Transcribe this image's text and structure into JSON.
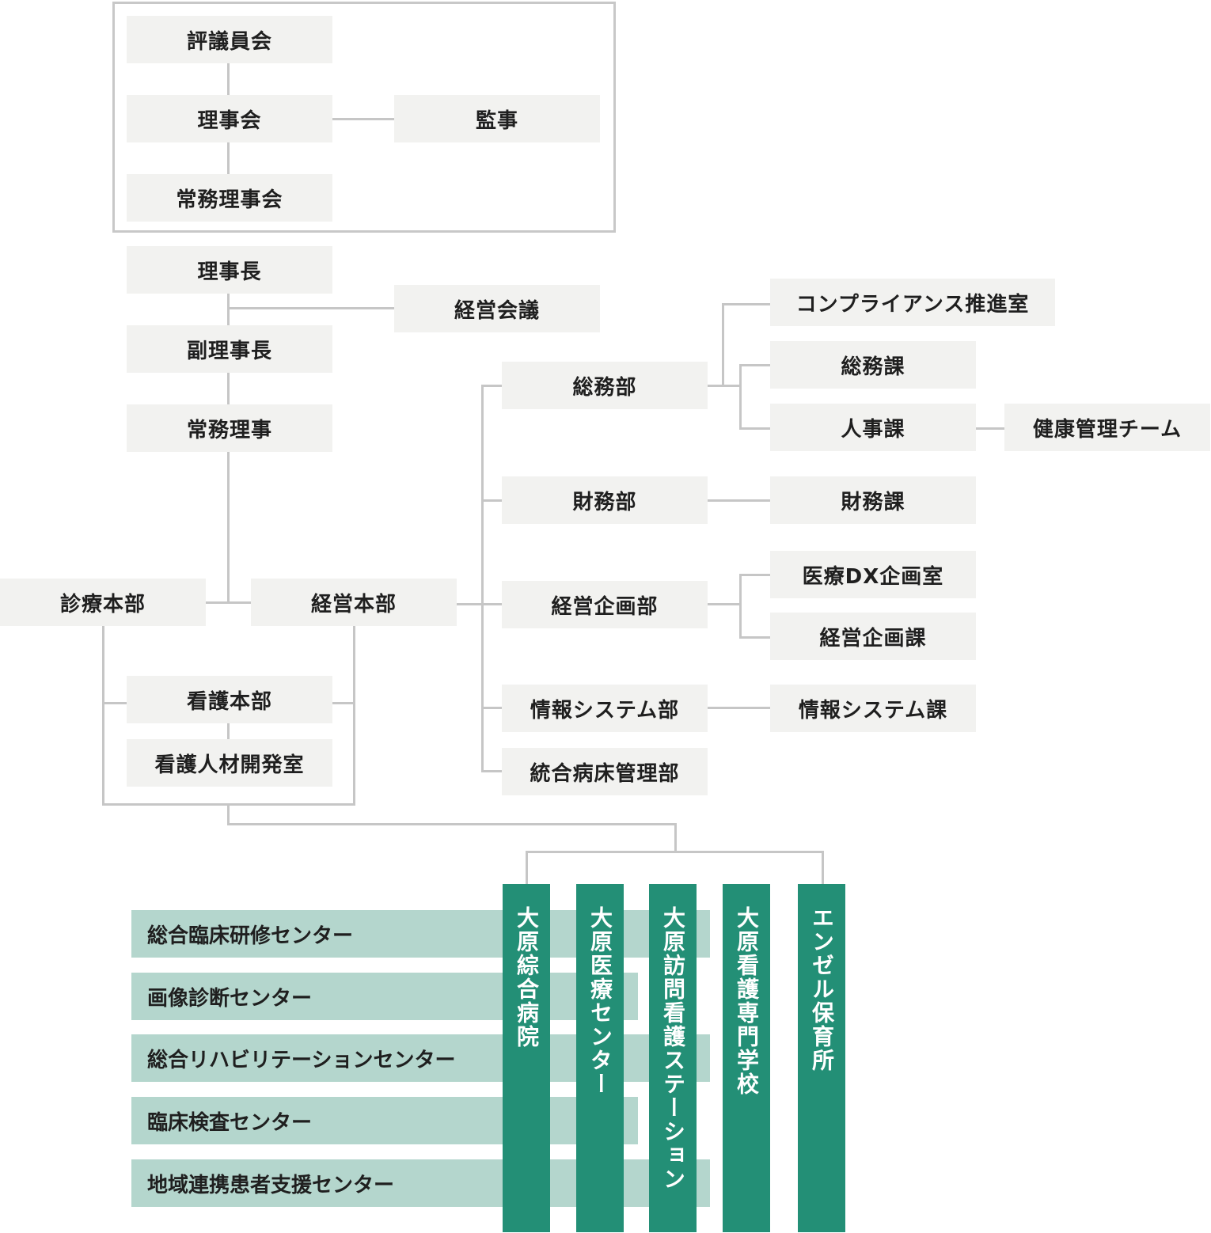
{
  "governance": {
    "councilors": "評議員会",
    "board": "理事会",
    "auditor": "監事",
    "executive_board": "常務理事会"
  },
  "executives": {
    "chairman": "理事長",
    "management_meeting": "経営会議",
    "vice_chairman": "副理事長",
    "managing_director": "常務理事"
  },
  "headquarters": {
    "medical": "診療本部",
    "management": "経営本部",
    "nursing": "看護本部",
    "nursing_hr": "看護人材開発室"
  },
  "departments": {
    "general_affairs": "総務部",
    "finance": "財務部",
    "planning": "経営企画部",
    "info_systems": "情報システム部",
    "bed_management": "統合病床管理部"
  },
  "sections": {
    "compliance": "コンプライアンス推進室",
    "general_affairs": "総務課",
    "hr": "人事課",
    "health_team": "健康管理チーム",
    "finance": "財務課",
    "medical_dx": "医療DX企画室",
    "planning": "経営企画課",
    "info_systems": "情報システム課"
  },
  "centers": [
    "総合臨床研修センター",
    "画像診断センター",
    "総合リハビリテーションセンター",
    "臨床検査センター",
    "地域連携患者支援センター"
  ],
  "facilities": [
    "大原綜合病院",
    "大原医療センター",
    "大原訪問看護ステーション",
    "大原看護専門学校",
    "エンゼル保育所"
  ],
  "colors": {
    "box": "#f2f2f0",
    "line": "#c6c6c6",
    "facility": "#238f76",
    "center": "#b4d6cd"
  }
}
